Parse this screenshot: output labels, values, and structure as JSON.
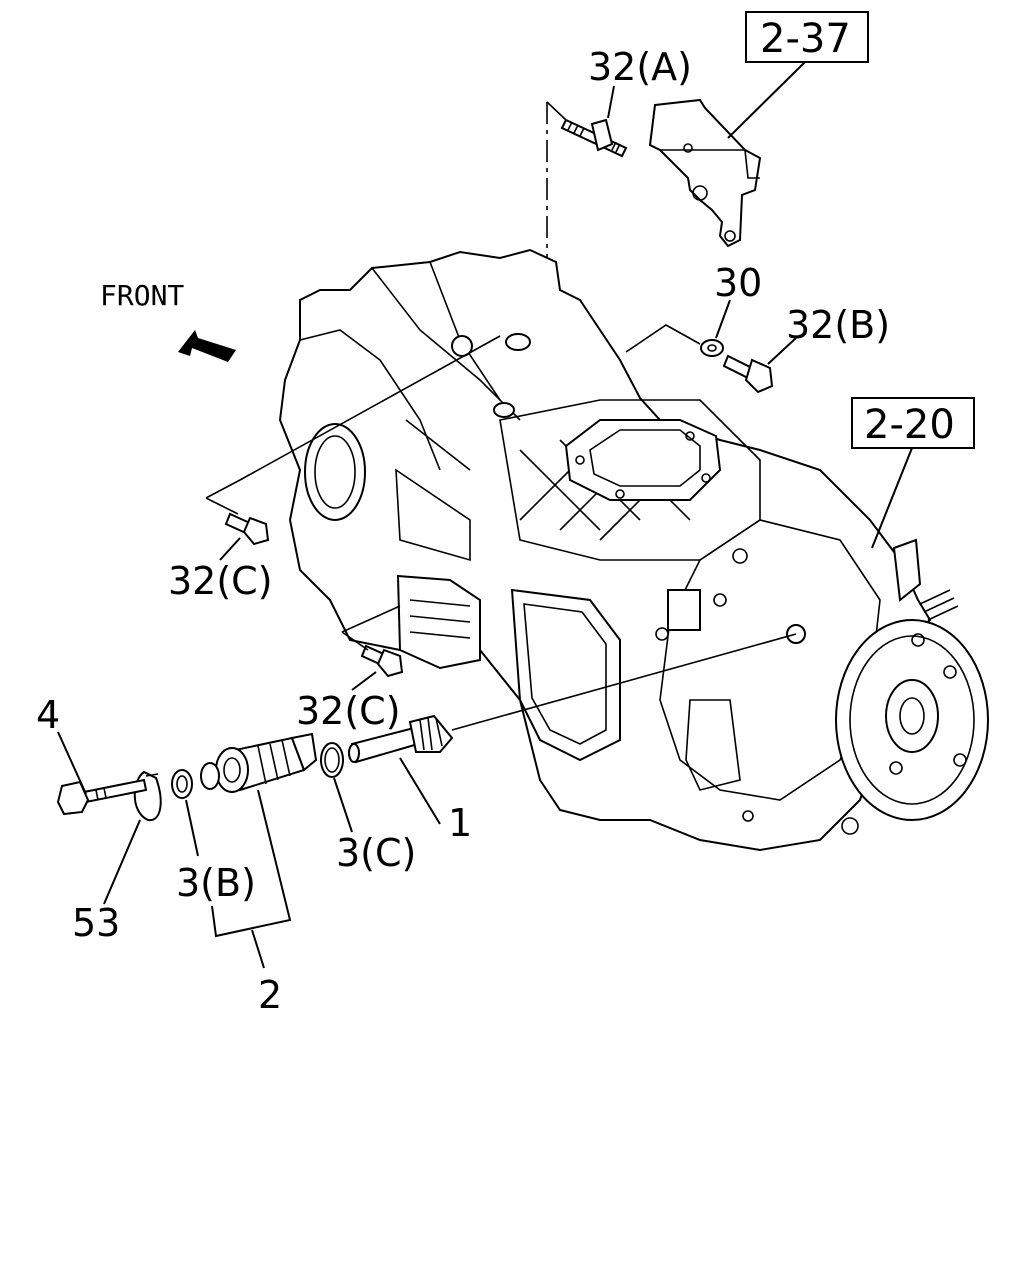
{
  "diagram": {
    "direction_label": "FRONT",
    "reference_boxes": [
      "2-37",
      "2-20"
    ],
    "callouts": {
      "c32a": "32(A)",
      "c30": "30",
      "c32b": "32(B)",
      "c32c_upper": "32(C)",
      "c32c_lower": "32(C)",
      "c4": "4",
      "c1": "1",
      "c3c": "3(C)",
      "c3b": "3(B)",
      "c53": "53",
      "c2": "2"
    }
  }
}
